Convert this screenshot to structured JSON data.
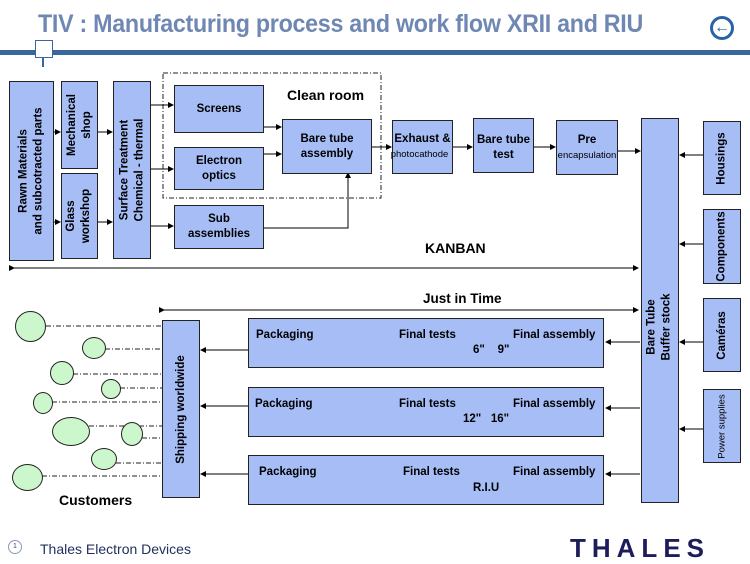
{
  "header": {
    "title": "TIV : Manufacturing process and work flow XRII and RIU",
    "back_icon": "arrow-left-circle-icon"
  },
  "colors": {
    "title": "#6f87b3",
    "rule": "#3a66a0",
    "process_box": "#a6bdf6",
    "customer": "#ccf7cc",
    "logo": "#1e1d5c"
  },
  "upstream": {
    "raw_materials": "Rawn Materials\nand subcotracted parts",
    "mechanical_shop": "Mechanical\nshop",
    "glass_workshop": "Glass\nworkshop",
    "surface_treatment": "Surface Treatment\nChemical - thermal",
    "clean_room_label": "Clean room",
    "screens": "Screens",
    "electron_optics": "Electron\noptics",
    "sub_assemblies": "Sub\nassemblies",
    "bare_tube_assembly": "Bare tube\nassembly",
    "exhaust_line1": "Exhaust &",
    "exhaust_line2": "photocathode",
    "bare_tube_test": "Bare tube\ntest",
    "pre_line1": "Pre",
    "pre_line2": "encapsulation"
  },
  "buffer": {
    "label": "Bare Tube\nBuffer stock"
  },
  "suppliers": {
    "housings": "Housings",
    "components": "Components",
    "cameras": "Caméras",
    "power_supplies": "Power supplies"
  },
  "flows": {
    "kanban": "KANBAN",
    "jit": "Just in Time"
  },
  "final_lines": [
    {
      "packaging": "Packaging",
      "tests": "Final tests",
      "assembly": "Final assembly",
      "sizes": "6\"    9\""
    },
    {
      "packaging": "Packaging",
      "tests": "Final tests",
      "assembly": "Final assembly",
      "sizes": "12\"   16\""
    },
    {
      "packaging": "Packaging",
      "tests": "Final tests",
      "assembly": "Final assembly",
      "sizes": "R.I.U"
    }
  ],
  "shipping": "Shipping worldwide",
  "customers_label": "Customers",
  "footer": {
    "page_number": "1",
    "company": "Thales Electron Devices",
    "logo": "THALES"
  }
}
